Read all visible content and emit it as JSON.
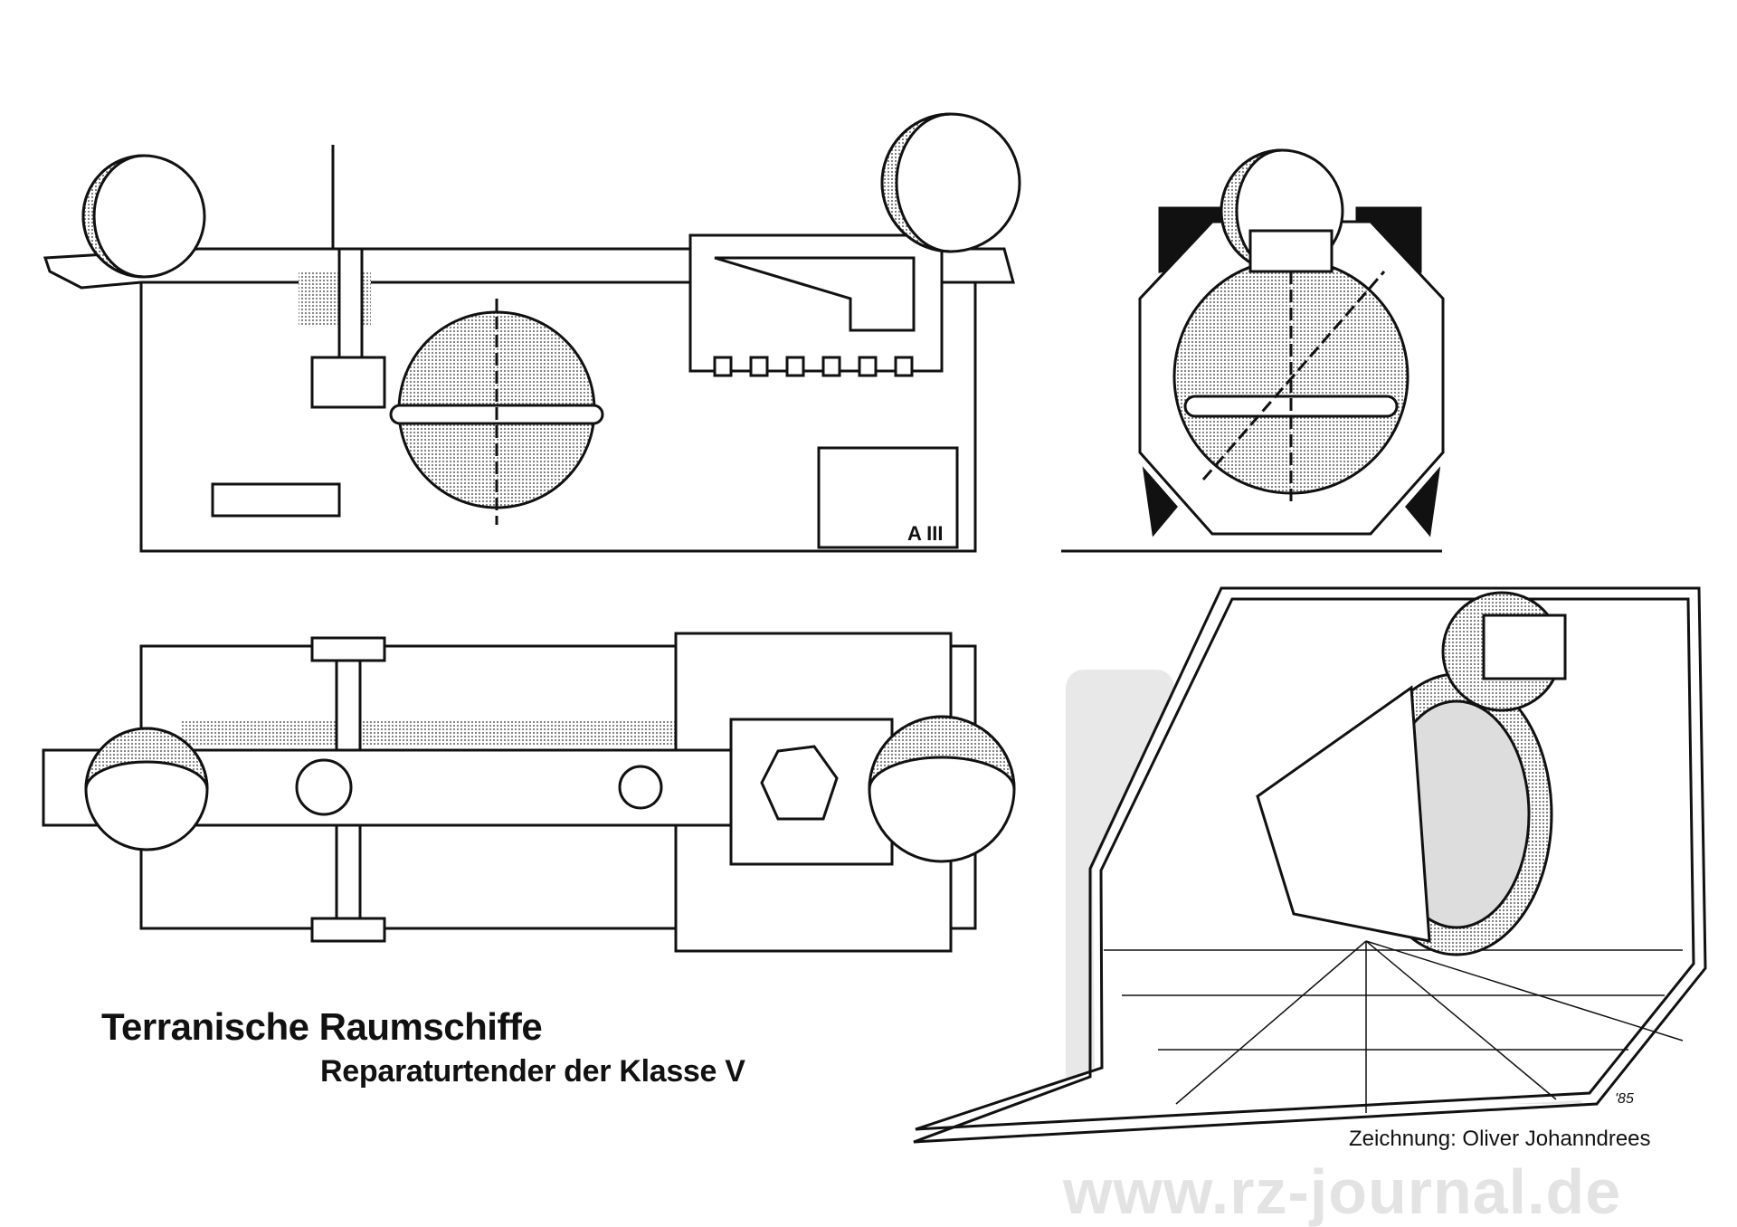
{
  "title": "Terranische Raumschiffe",
  "subtitle": "Reparaturtender der Klasse V",
  "credit": "Zeichnung: Oliver Johanndrees",
  "watermark": "www.rz-journal.de",
  "drawing_label": "A III",
  "signature": "'85",
  "colors": {
    "ink": "#111111",
    "screen": "#b8b8b8",
    "watermark": "#e3e3e3"
  }
}
